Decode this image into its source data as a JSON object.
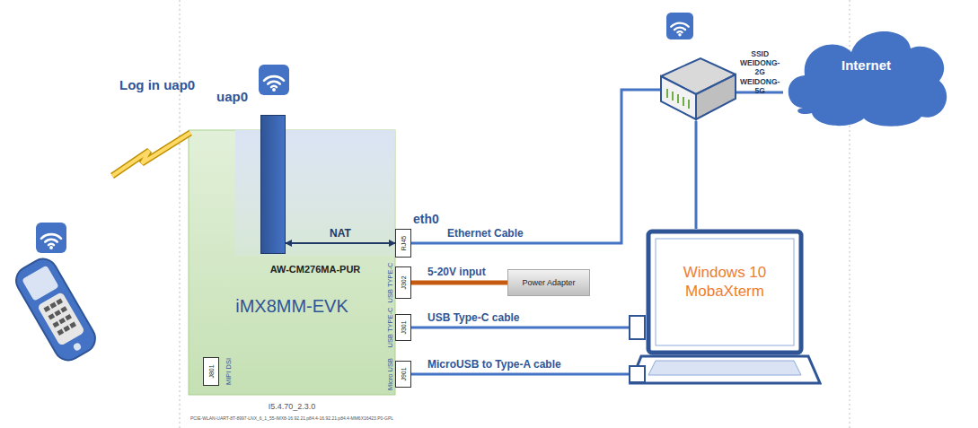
{
  "diagram": {
    "nodes": [
      {
        "text": [
          "iMX8MM-EVK"
        ]
      },
      {
        "text": [
          "AW-CM276MA-PUR"
        ],
        "in": 0
      },
      {
        "text": [
          "uap0"
        ],
        "in": 1
      },
      {
        "text": [
          "RJ45"
        ],
        "in": 0
      },
      {
        "text": [
          "J302",
          "USB TYPE-C"
        ],
        "in": 0
      },
      {
        "text": [
          "J301",
          "USB TYPE-C"
        ],
        "in": 0
      },
      {
        "text": [
          "J901",
          "Micro USB"
        ],
        "in": 0
      },
      {
        "text": [
          "J801",
          "MIPI DSI"
        ],
        "in": 0
      },
      {
        "text": [
          "Power Adapter"
        ]
      },
      {
        "text": [
          "Windows 10 MobaXterm"
        ]
      },
      {
        "text": [
          "SSID WEIDONG-2G WEIDONG-5G"
        ]
      },
      {
        "text": [
          "Internet"
        ]
      }
    ],
    "edges": [
      {
        "from": 2,
        "to": 3,
        "label": "NAT",
        "arrow": "both"
      },
      {
        "from": 3,
        "to": 10,
        "label": "Ethernet Cable",
        "arrow": "none"
      },
      {
        "from": 4,
        "to": 8,
        "label": "5-20V input",
        "arrow": "none"
      },
      {
        "from": 5,
        "to": 9,
        "label": "USB Type-C cable",
        "arrow": "none"
      },
      {
        "from": 6,
        "to": 9,
        "label": "MicroUSB to Type-A cable",
        "arrow": "none"
      },
      {
        "from": 10,
        "to": 9,
        "arrow": "none"
      },
      {
        "from": 10,
        "to": 11,
        "arrow": "none"
      }
    ],
    "labels": [
      "Log in uap0",
      "eth0",
      "I5.4.70_2.3.0",
      "PCIE-WLAN-UART-8T-8997-LNX_6_1_55-IMX8-16.92.21.p84.4-16.92.21.p84.4-MM6X16423.P0-GPL"
    ]
  }
}
